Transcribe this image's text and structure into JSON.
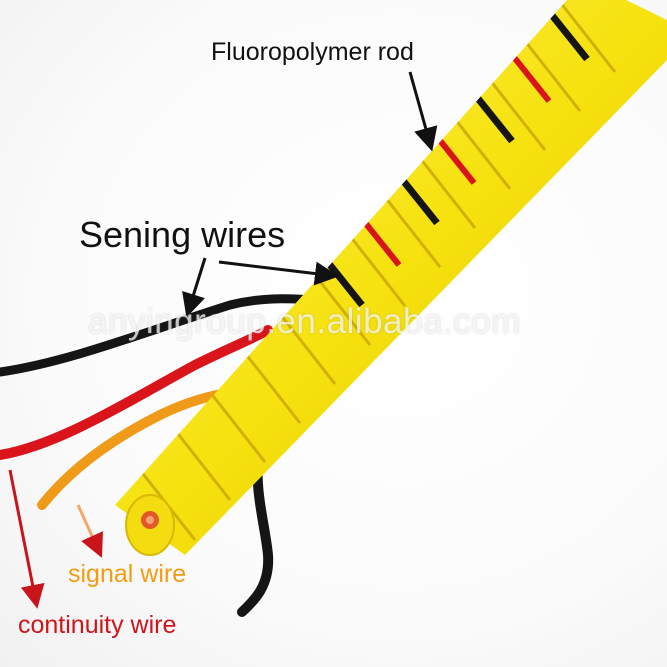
{
  "labels": {
    "rod": "Fluoropolymer rod",
    "sensing": "Sening wires",
    "signal": "signal wire",
    "continuity": "continuity wire"
  },
  "watermark": "anyingroup.en.alibaba.com",
  "colors": {
    "rod_yellow": "#f6e20e",
    "signal_orange": "#f09a1a",
    "continuity_red": "#d9141b",
    "sensing_black": "#151515",
    "signal_text": "#f39c12",
    "continuity_text": "#d0141b"
  }
}
